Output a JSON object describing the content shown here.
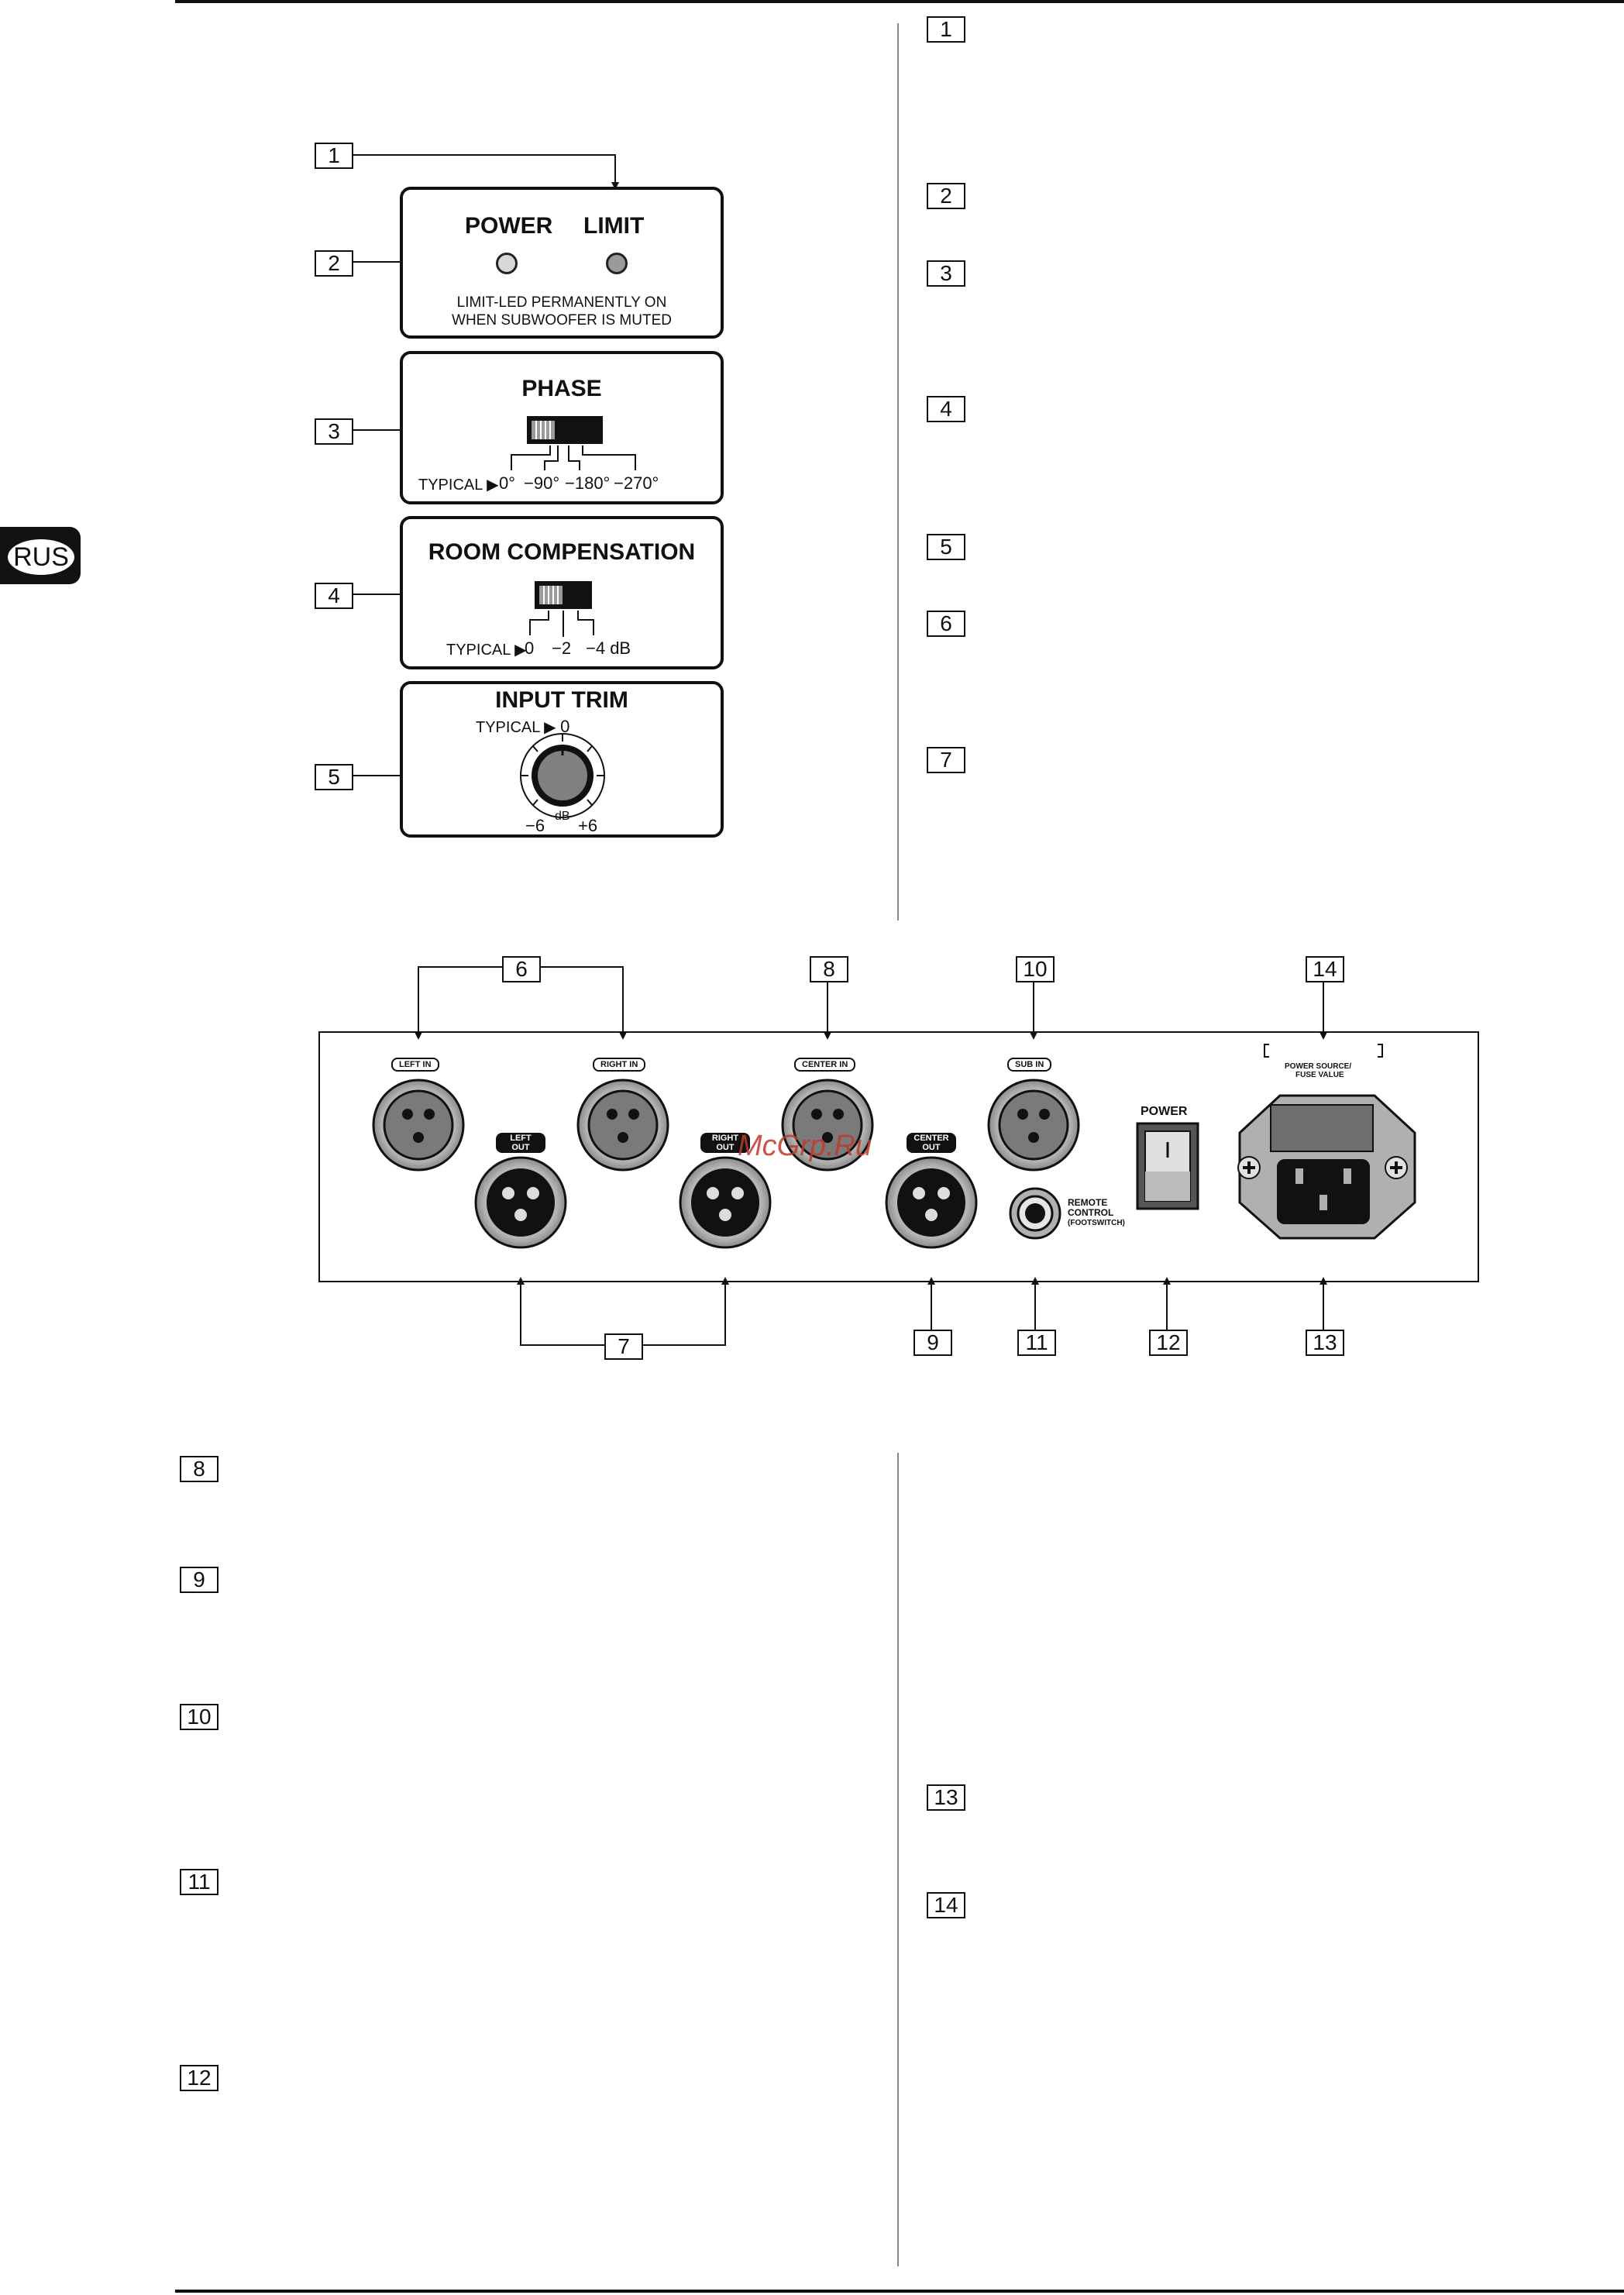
{
  "language_tab": "RUS",
  "front_panel": {
    "callouts": [
      "1",
      "2",
      "3",
      "4",
      "5"
    ],
    "status": {
      "power_label": "POWER",
      "limit_label": "LIMIT",
      "note_line1": "LIMIT-LED PERMANENTLY ON",
      "note_line2": "WHEN SUBWOOFER IS MUTED",
      "colors": {
        "power_led": "#d8d8d8",
        "limit_led": "#9a9a9a"
      }
    },
    "phase": {
      "title": "PHASE",
      "typical": "TYPICAL",
      "values": [
        "0°",
        "−90°",
        "−180°",
        "−270°"
      ]
    },
    "room_compensation": {
      "title": "ROOM COMPENSATION",
      "typical": "TYPICAL",
      "values": [
        "0",
        "−2",
        "−4 dB"
      ]
    },
    "input_trim": {
      "title": "INPUT TRIM",
      "typical": "TYPICAL",
      "typical_value": "0",
      "min": "−6",
      "unit": "dB",
      "max": "+6"
    }
  },
  "right_column_markers": [
    "1",
    "2",
    "3",
    "4",
    "5",
    "6",
    "7"
  ],
  "rear_panel": {
    "top_callouts": [
      "6",
      "8",
      "10",
      "14"
    ],
    "bottom_callouts": [
      "7",
      "9",
      "11",
      "12",
      "13"
    ],
    "jacks": {
      "left_in": "LEFT IN",
      "right_in": "RIGHT IN",
      "center_in": "CENTER IN",
      "sub_in": "SUB IN",
      "left_out": "LEFT OUT",
      "right_out": "RIGHT OUT",
      "center_out": "CENTER OUT"
    },
    "remote_line1": "REMOTE",
    "remote_line2": "CONTROL",
    "remote_line3": "(FOOTSWITCH)",
    "power_switch": "POWER",
    "fuse_line1": "POWER SOURCE/",
    "fuse_line2": "FUSE VALUE"
  },
  "bottom_left_markers": [
    "8",
    "9",
    "10",
    "11",
    "12"
  ],
  "bottom_right_markers": [
    "13",
    "14"
  ],
  "watermark": "McGrp.Ru"
}
